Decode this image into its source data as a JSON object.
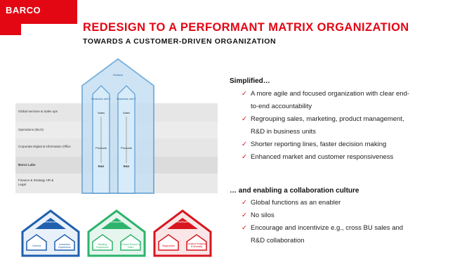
{
  "brand": {
    "logo_text": "BARCO",
    "accent_color": "#e30613"
  },
  "header": {
    "title": "REDESIGN TO A PERFORMANT MATRIX ORGANIZATION",
    "subtitle": "TOWARDS A CUSTOMER-DRIVEN ORGANIZATION"
  },
  "diagram": {
    "division_label": "Division",
    "units": [
      "Business unit 1",
      "Business unit 2"
    ],
    "rows": [
      {
        "label": "Global services & Sales ops",
        "cells": [
          "Sales",
          "Sales"
        ]
      },
      {
        "label": "Operations (MLO)",
        "cells": [
          "",
          ""
        ]
      },
      {
        "label": "Corporate Digital & Information Office",
        "cells": [
          "Products",
          "Products"
        ]
      },
      {
        "label": "Barco Labs",
        "cells": [
          "R&D",
          "R&D"
        ]
      },
      {
        "label": "Finance & Strategy HR & Legal",
        "cells": [
          "",
          ""
        ]
      }
    ],
    "houses": [
      {
        "name": "Entertainment",
        "color": "#1f5fae",
        "left_label": "Cinema",
        "right_label": "Immersive Experience"
      },
      {
        "name": "Enterprise",
        "color": "#2db36b",
        "left_label": "Meeting Experience",
        "right_label": "Control Rooms & Video"
      },
      {
        "name": "Healthcare",
        "color": "#d7161f",
        "left_label": "Diagnostics",
        "right_label": "Surgical Imaging & Modality"
      }
    ]
  },
  "simplified": {
    "heading": "Simplified…",
    "items": [
      "A more agile and focused organization with clear end-",
      "to-end accountability",
      "Regrouping sales, marketing, product management,",
      "R&D in business units",
      "Shorter reporting lines, faster decision making",
      "Enhanced market and customer responsiveness"
    ]
  },
  "collaboration": {
    "heading": "… and enabling a collaboration culture",
    "items": [
      "Global functions as an enabler",
      "No silos",
      "Encourage and incentivize e.g., cross BU sales and",
      "R&D collaboration"
    ]
  },
  "check_glyph": "✓"
}
